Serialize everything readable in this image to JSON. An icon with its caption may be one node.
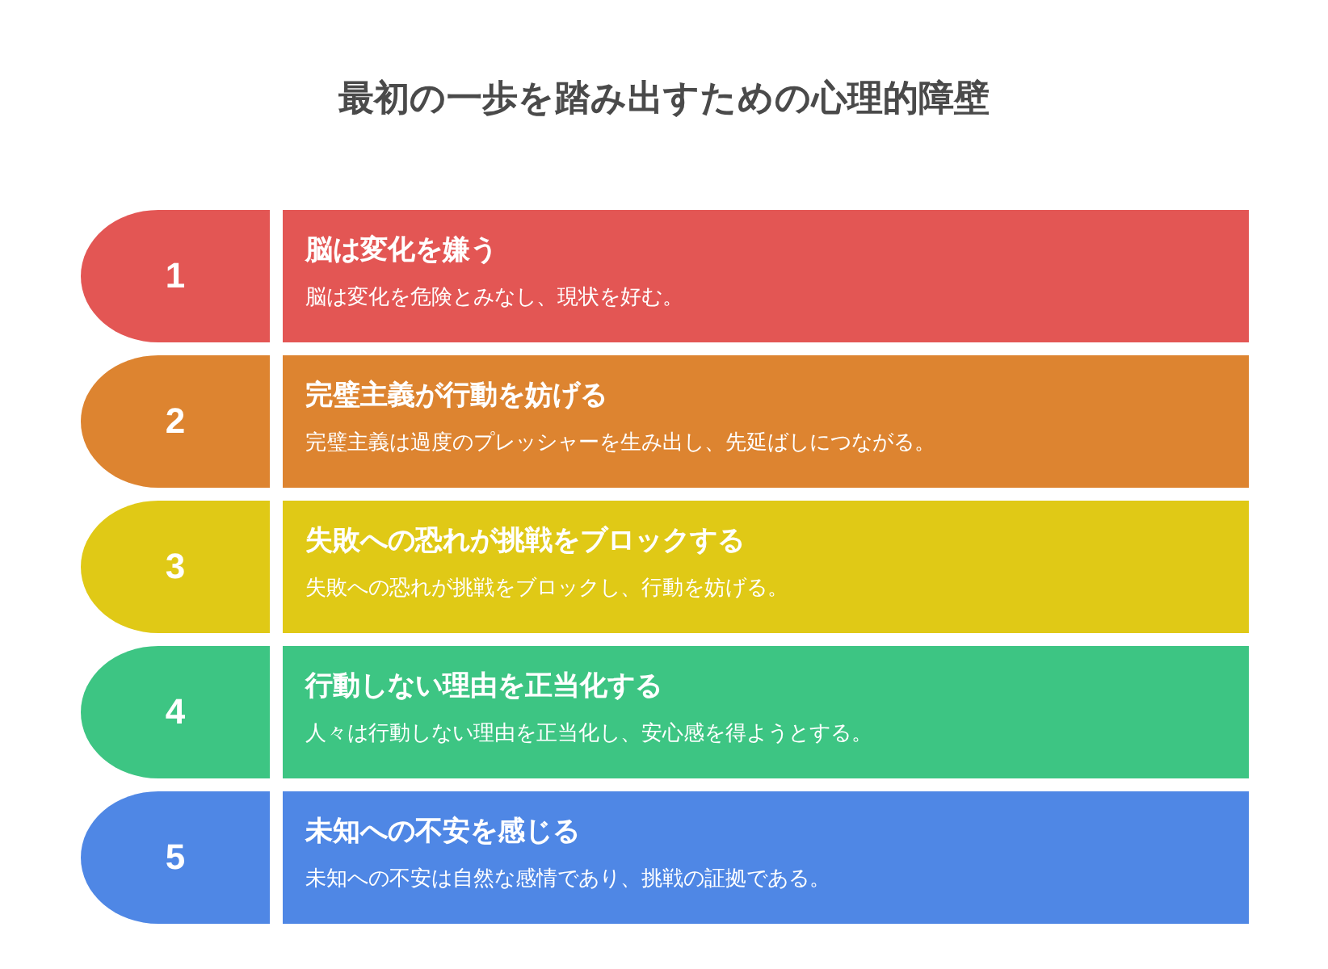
{
  "diagram": {
    "title": "最初の一歩を踏み出すための心理的障壁",
    "nodes": [
      {
        "text": [
          "1"
        ]
      },
      {
        "text": [
          "脳は変化を嫌う",
          "脳は変化を危険とみなし、現状を好む。"
        ]
      },
      {
        "text": [
          "2"
        ]
      },
      {
        "text": [
          "完璧主義が行動を妨げる",
          "完璧主義は過度のプレッシャーを生み出し、先延ばしにつながる。"
        ]
      },
      {
        "text": [
          "3"
        ]
      },
      {
        "text": [
          "失敗への恐れが挑戦をブロックする",
          "失敗への恐れが挑戦をブロックし、行動を妨げる。"
        ]
      },
      {
        "text": [
          "4"
        ]
      },
      {
        "text": [
          "行動しない理由を正当化する",
          "人々は行動しない理由を正当化し、安心感を得ようとする。"
        ]
      },
      {
        "text": [
          "5"
        ]
      },
      {
        "text": [
          "未知への不安を感じる",
          "未知への不安は自然な感情であり、挑戦の証拠である。"
        ]
      }
    ]
  }
}
